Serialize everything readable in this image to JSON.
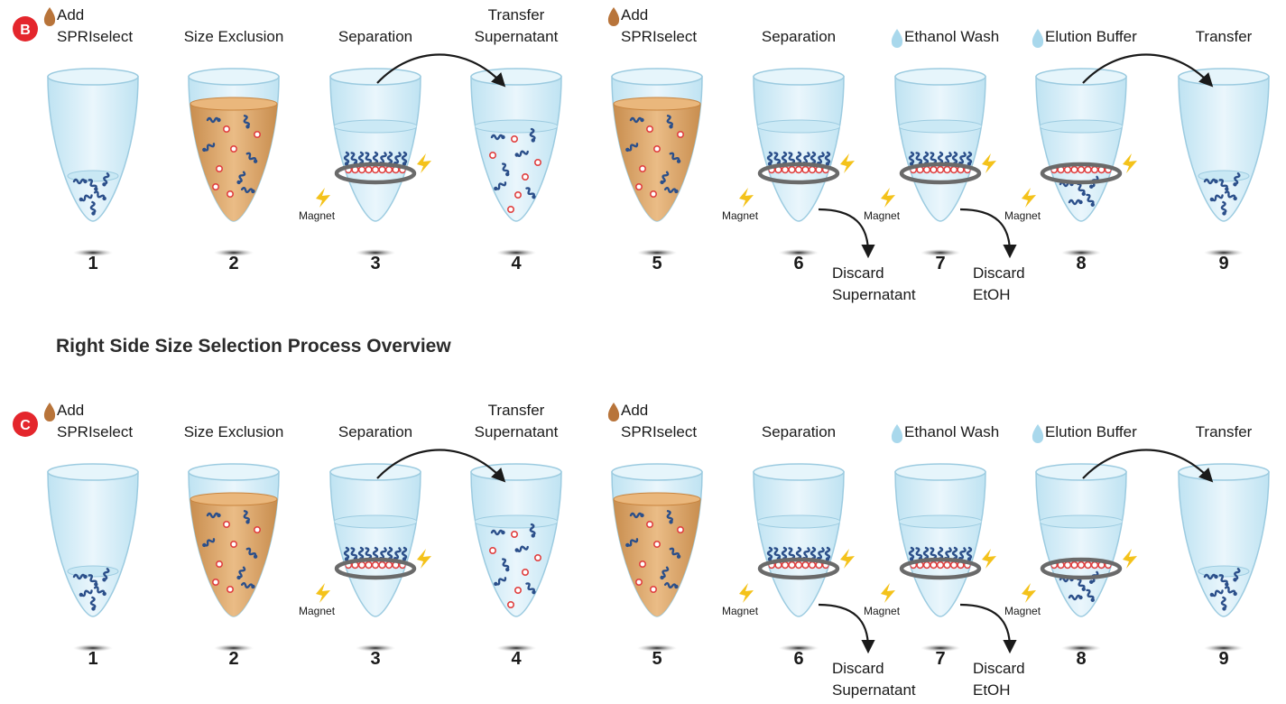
{
  "panel_b": {
    "badge": "B",
    "steps": [
      {
        "num": "1",
        "label": [
          "Add",
          "SPRIselect"
        ],
        "icon": "brown-drop-icon",
        "content": "dna-bottom"
      },
      {
        "num": "2",
        "label": [
          "Size Exclusion"
        ],
        "content": "orange-mix"
      },
      {
        "num": "3",
        "label": [
          "Separation"
        ],
        "content": "magnet-beads-dna",
        "magnet": "Magnet"
      },
      {
        "num": "4",
        "label": [
          "Transfer",
          "Supernatant"
        ],
        "content": "mix-clear"
      },
      {
        "num": "5",
        "label": [
          "Add",
          "SPRIselect"
        ],
        "icon": "brown-drop-icon",
        "content": "orange-mix"
      },
      {
        "num": "6",
        "label": [
          "Separation"
        ],
        "content": "magnet-beads-dna",
        "magnet": "Magnet"
      },
      {
        "num": "7",
        "label": [
          "Ethanol Wash"
        ],
        "icon": "blue-drop-icon",
        "content": "magnet-beads-dna",
        "magnet": "Magnet"
      },
      {
        "num": "8",
        "label": [
          "Elution Buffer"
        ],
        "icon": "blue-drop-icon",
        "content": "magnet-beads-released",
        "magnet": "Magnet"
      },
      {
        "num": "9",
        "label": [
          "Transfer"
        ],
        "content": "dna-bottom"
      }
    ],
    "discard_1": [
      "Discard",
      "Supernatant"
    ],
    "discard_2": [
      "Discard",
      "EtOH"
    ]
  },
  "heading": "Right Side Size Selection Process Overview",
  "panel_c": {
    "badge": "C",
    "steps": [
      {
        "num": "1",
        "label": [
          "Add",
          "SPRIselect"
        ],
        "icon": "brown-drop-icon",
        "content": "dna-bottom"
      },
      {
        "num": "2",
        "label": [
          "Size Exclusion"
        ],
        "content": "orange-mix"
      },
      {
        "num": "3",
        "label": [
          "Separation"
        ],
        "content": "magnet-beads-dna",
        "magnet": "Magnet"
      },
      {
        "num": "4",
        "label": [
          "Transfer",
          "Supernatant"
        ],
        "content": "mix-clear"
      },
      {
        "num": "5",
        "label": [
          "Add",
          "SPRIselect"
        ],
        "icon": "brown-drop-icon",
        "content": "orange-mix"
      },
      {
        "num": "6",
        "label": [
          "Separation"
        ],
        "content": "magnet-beads-dna",
        "magnet": "Magnet"
      },
      {
        "num": "7",
        "label": [
          "Ethanol Wash"
        ],
        "icon": "blue-drop-icon",
        "content": "magnet-beads-dna",
        "magnet": "Magnet"
      },
      {
        "num": "8",
        "label": [
          "Elution Buffer"
        ],
        "icon": "blue-drop-icon",
        "content": "magnet-beads-released",
        "magnet": "Magnet"
      },
      {
        "num": "9",
        "label": [
          "Transfer"
        ],
        "content": "dna-bottom"
      }
    ],
    "discard_1": [
      "Discard",
      "Supernatant"
    ],
    "discard_2": [
      "Discard",
      "EtOH"
    ]
  },
  "colors": {
    "badge": "#e4262c",
    "tube_fill": "#d6eef8",
    "tube_stroke": "#9ccbe0",
    "orange": "#d99a55",
    "dna": "#2b4f8a",
    "bead": "#e04040",
    "magnet_bolt": "#f4c21a",
    "ring": "#6a6a6a"
  }
}
